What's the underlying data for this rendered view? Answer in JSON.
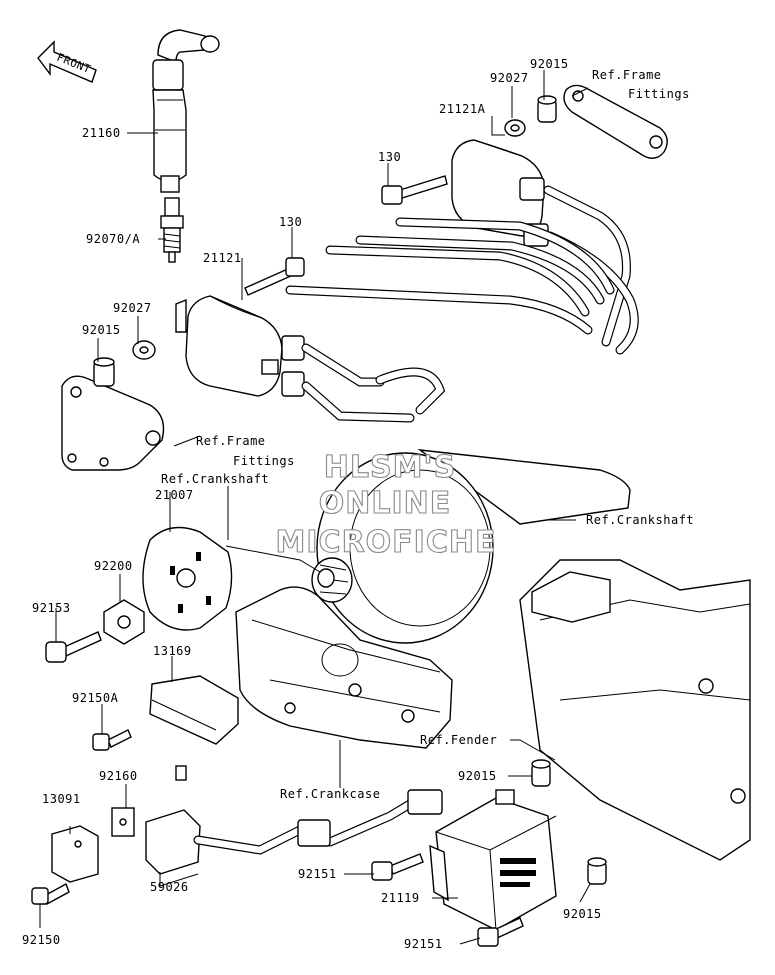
{
  "labels": {
    "p21160": "21160",
    "p92070A": "92070/A",
    "p21121": "21121",
    "p130a": "130",
    "p130b": "130",
    "p21121A": "21121A",
    "p92027a": "92027",
    "p92015a": "92015",
    "p92027b": "92027",
    "p92015b": "92015",
    "p21007": "21007",
    "p92200": "92200",
    "p92153": "92153",
    "p13169": "13169",
    "p92150A": "92150A",
    "p92160": "92160",
    "p13091": "13091",
    "p59026": "59026",
    "p92150": "92150",
    "p92015c": "92015",
    "p92151a": "92151",
    "p21119": "21119",
    "p92015d": "92015",
    "p92151b": "92151"
  },
  "refs": {
    "frame_top_1": "Ref.Frame",
    "frame_top_2": "Fittings",
    "frame_left_1": "Ref.Frame",
    "frame_left_2": "Fittings",
    "crankshaft_left": "Ref.Crankshaft",
    "crankshaft_right": "Ref.Crankshaft",
    "fender": "Ref.Fender",
    "crankcase": "Ref.Crankcase"
  },
  "front_arrow": "FRONT",
  "watermark": [
    "HLSM'S",
    "ONLINE",
    "MICROFICHE"
  ]
}
